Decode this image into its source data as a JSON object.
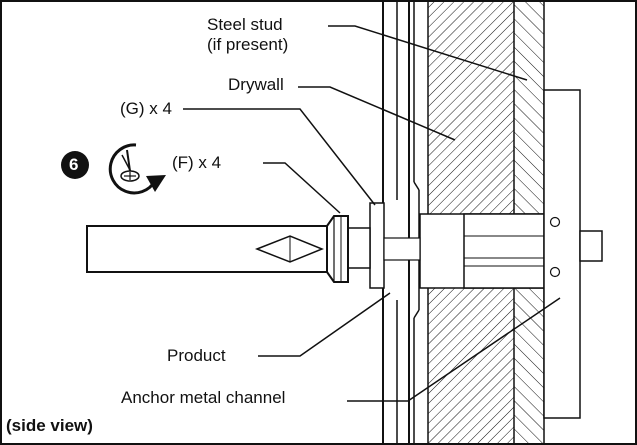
{
  "labels": {
    "steel_stud_line1": "Steel stud",
    "steel_stud_line2": "(if present)",
    "drywall": "Drywall",
    "washer": "(G) x 4",
    "step_number": "6",
    "screw": "(F) x 4",
    "product": "Product",
    "anchor_channel": "Anchor metal channel",
    "view": "(side view)"
  },
  "colors": {
    "line": "#111111",
    "background": "#ffffff"
  },
  "icons": {
    "step_badge": "filled-circle-number",
    "rotate_screw": "clockwise-rotation-arrow-with-screw-head"
  }
}
